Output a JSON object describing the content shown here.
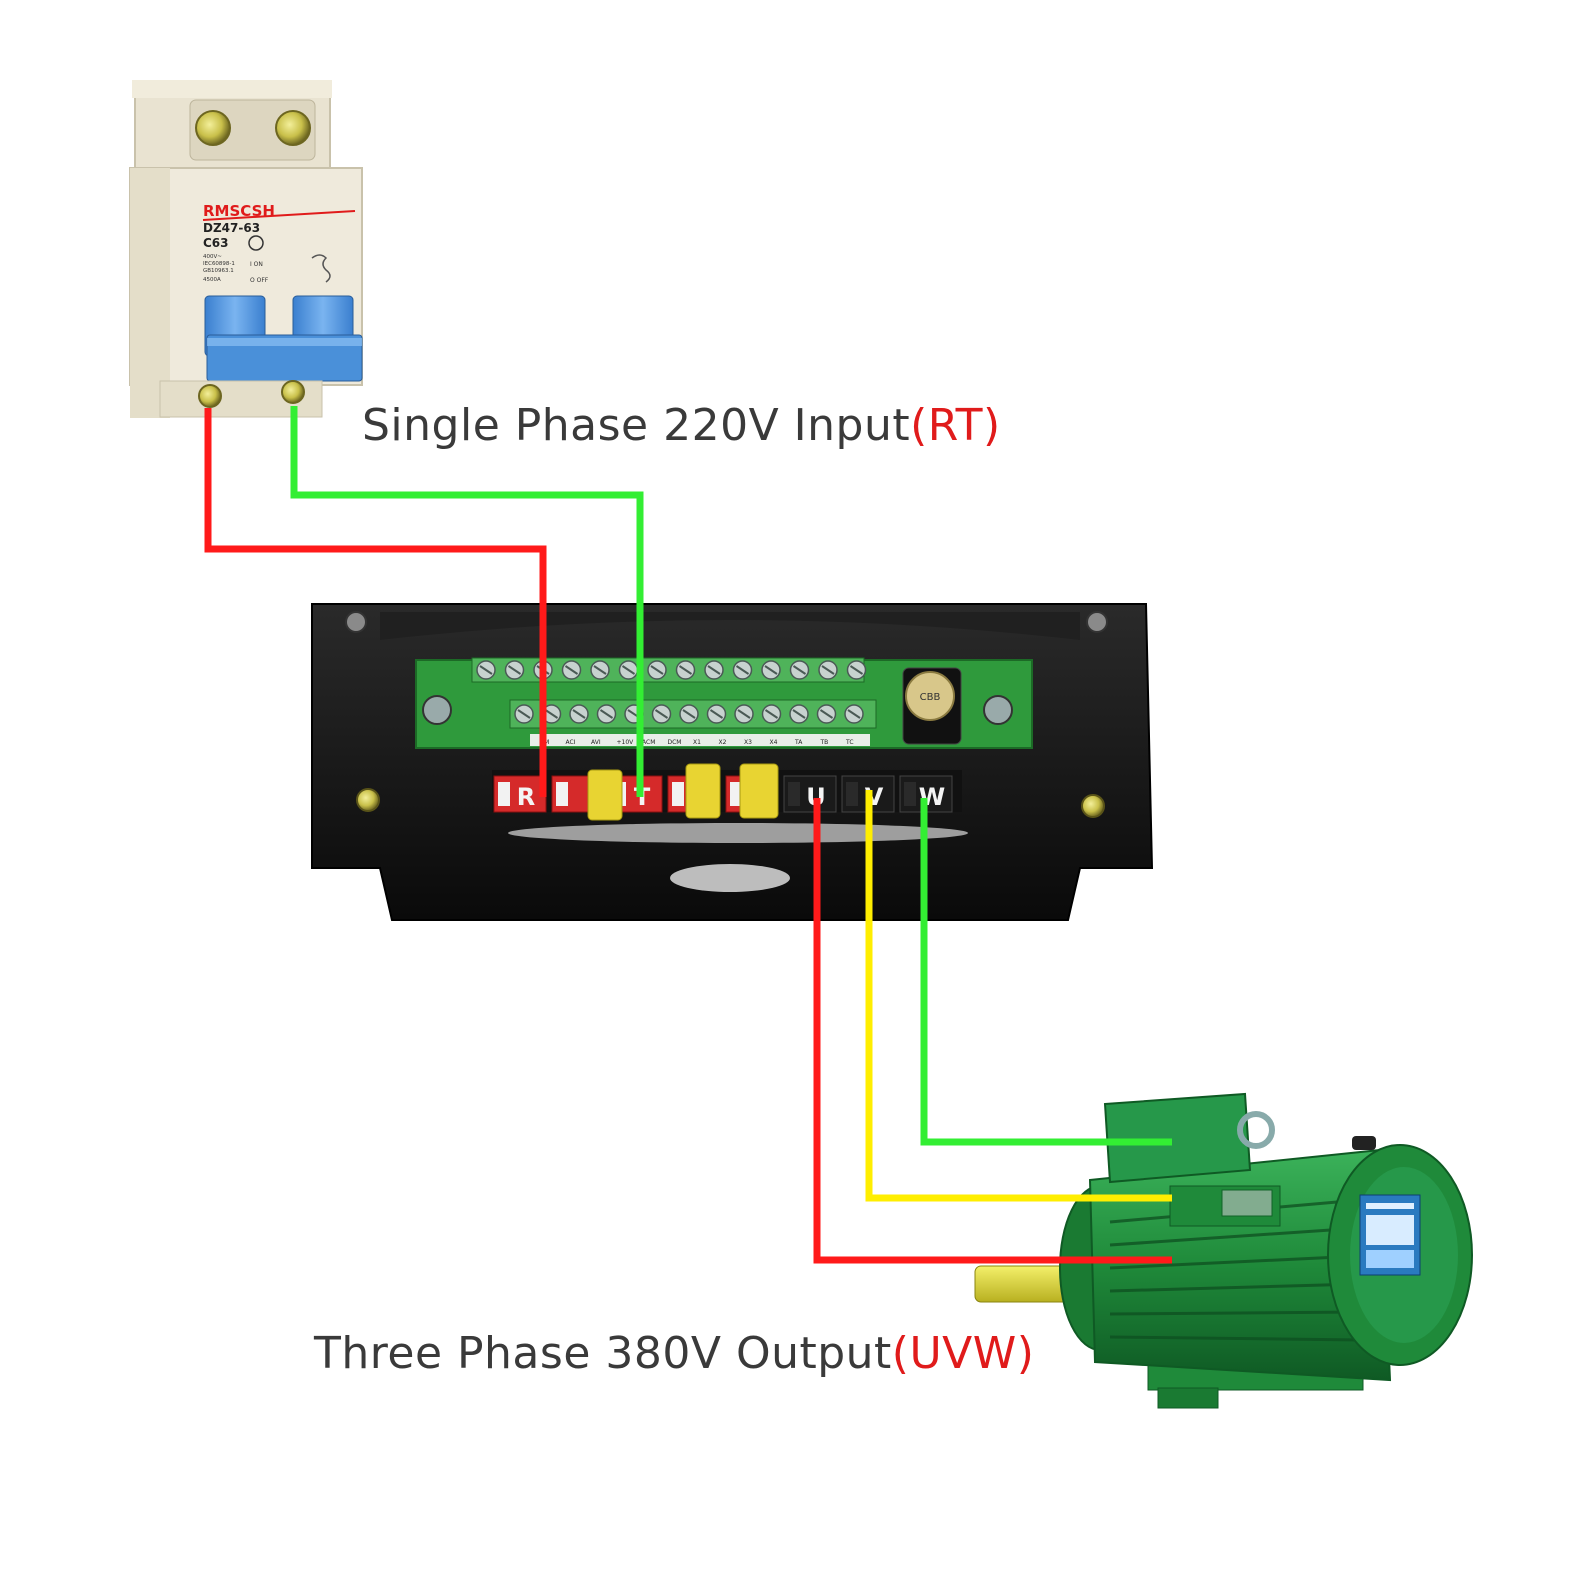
{
  "colors": {
    "wire_red": "#ff1a1a",
    "wire_green": "#33ee33",
    "wire_yellow": "#ffee00",
    "caption_text": "#3a3a3a",
    "caption_accent": "#e01b1b",
    "breaker_body": "#efeadc",
    "breaker_lever": "#4a90d9",
    "pcb_green": "#2f9a3c",
    "motor_green": "#1f8a3a",
    "housing_black": "#141414"
  },
  "breaker": {
    "brand": "RMSCSH",
    "model": "DZ47-63",
    "rating": "C63",
    "line_1": "400V~",
    "line_2": "IEC60898-1",
    "line_3": "GB10963.1",
    "line_4": "4500A",
    "on_label": "I ON",
    "off_label": "O OFF"
  },
  "inverter": {
    "power_terminals": [
      "R",
      "",
      "T",
      "",
      "",
      "U",
      "V",
      "W"
    ],
    "capacitor_label": "CBB",
    "control_terminals": [
      "AM",
      "ACI",
      "AVI",
      "+10V",
      "ACM",
      "DCM",
      "X1",
      "X2",
      "X3",
      "X4",
      "TA",
      "TB",
      "TC"
    ]
  },
  "captions": {
    "input_text": "Single Phase 220V Input",
    "input_accent": "(RT)",
    "output_text": "Three Phase 380V Output",
    "output_accent": "(UVW)"
  }
}
